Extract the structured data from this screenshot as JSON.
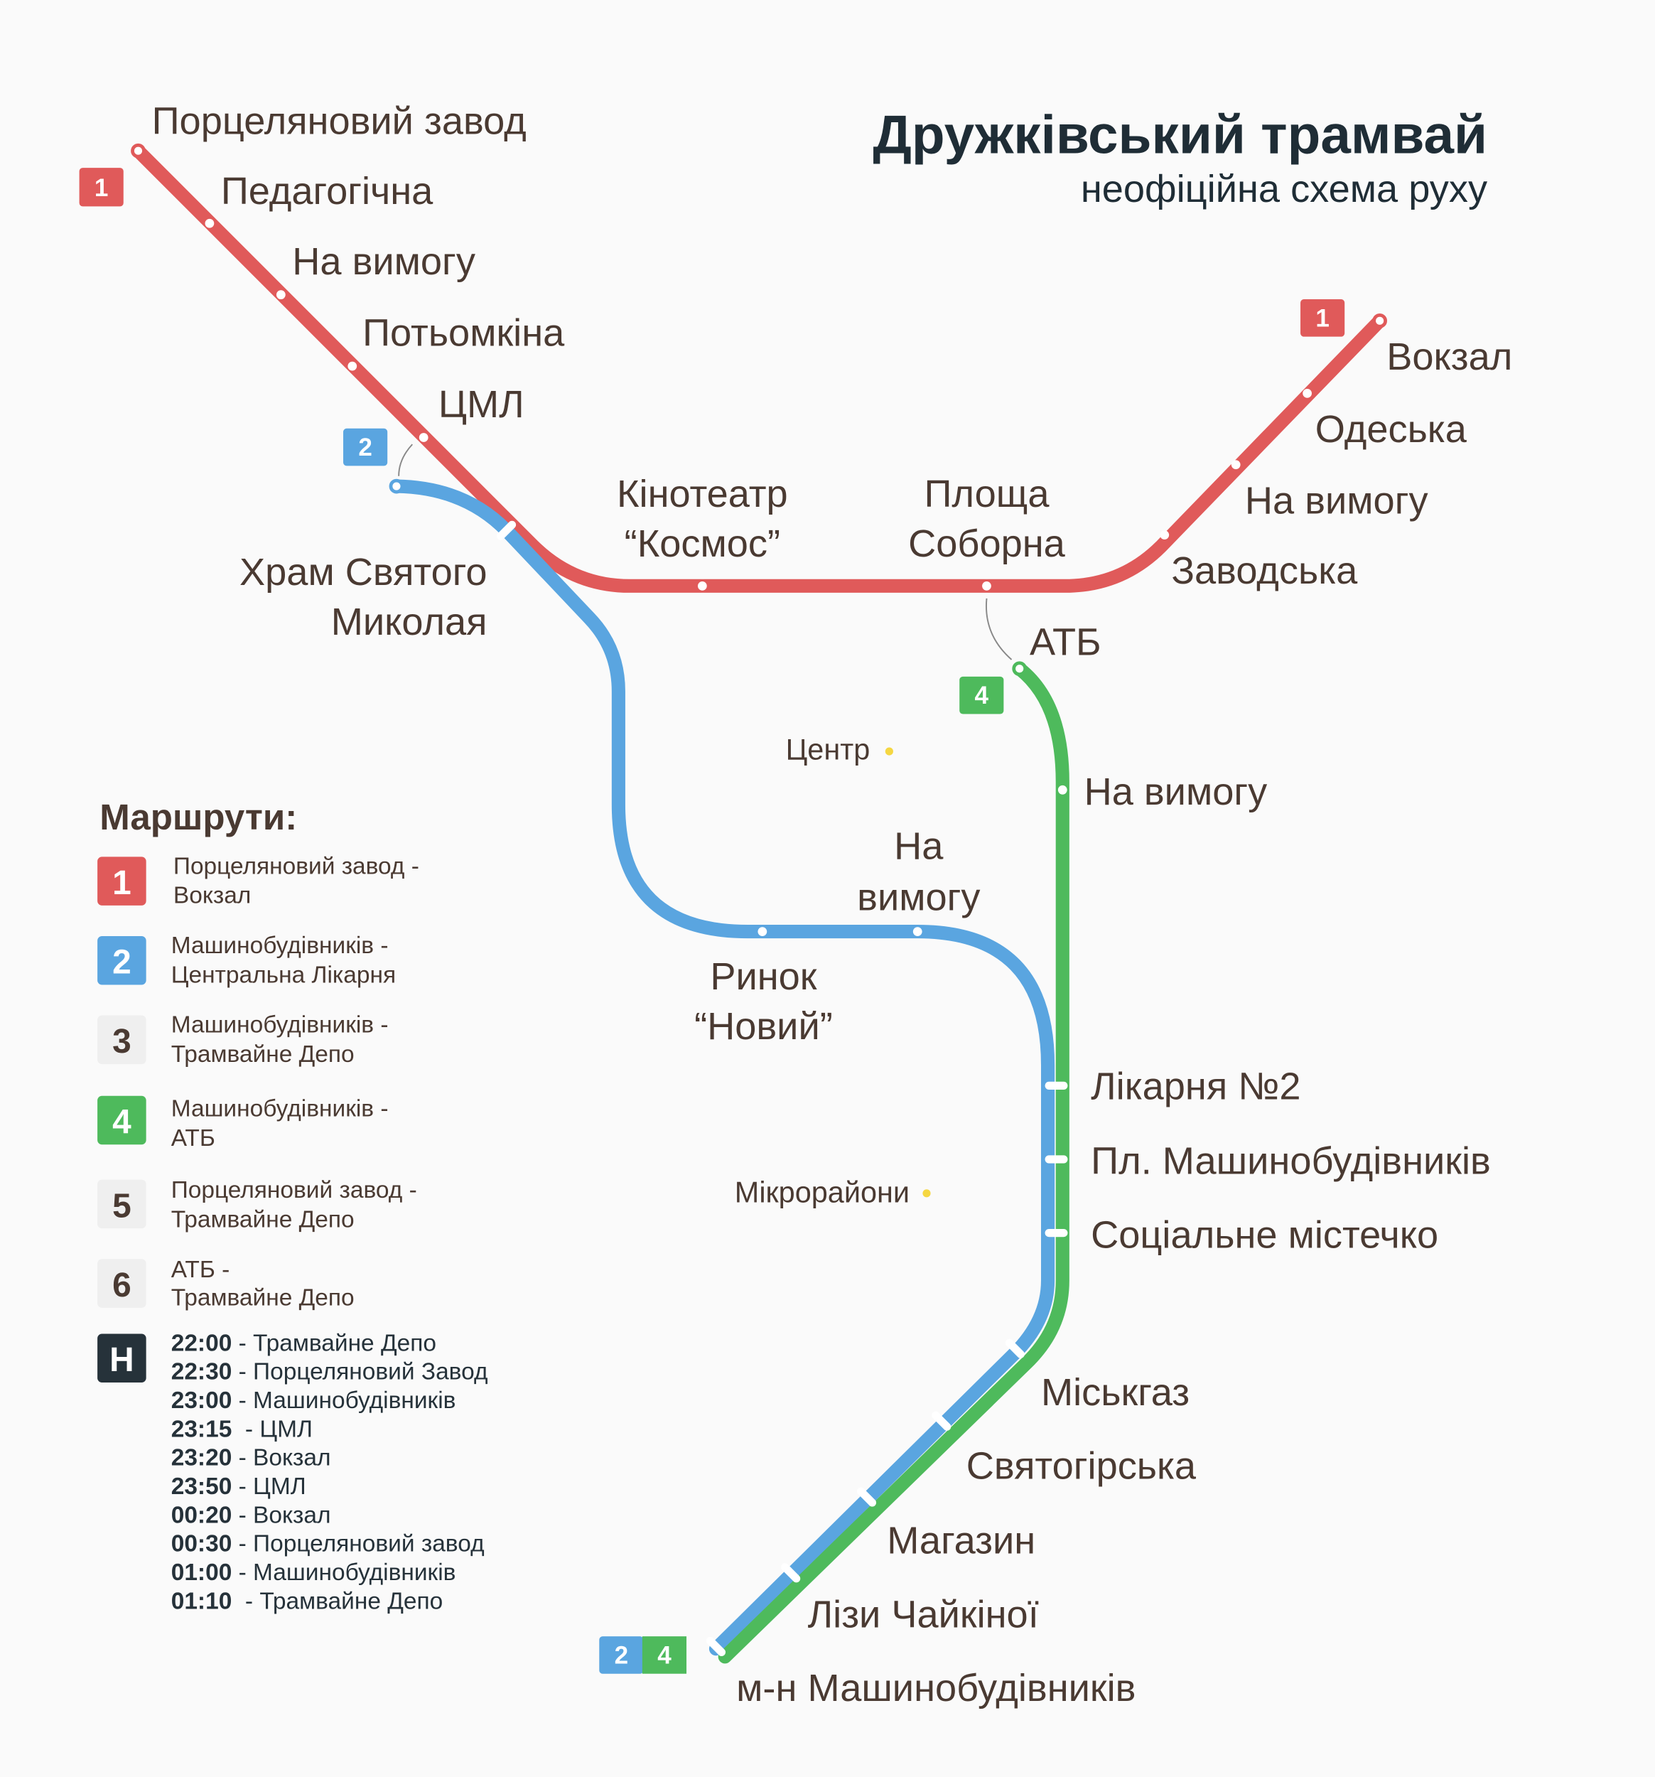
{
  "title": "Дружківський трамвай",
  "subtitle": "неофіційна схема руху",
  "colors": {
    "route1": "#e05a5a",
    "route2": "#5aa5e0",
    "route4": "#4eba5c",
    "night": "#26323a",
    "neutral": "#efefef",
    "text": "#4a3a32",
    "district": "#f5d742"
  },
  "badges": {
    "r1": "1",
    "r2": "2",
    "r4": "4"
  },
  "stations": {
    "porcelain": "Порцеляновий завод",
    "pedagogichna": "Педагогічна",
    "on_demand_1": "На вимогу",
    "potomkina": "Потьомкіна",
    "cml": "ЦМЛ",
    "kosmos_1": "Кінотеатр",
    "kosmos_2": "“Космос”",
    "sobor_1": "Площа",
    "sobor_2": "Соборна",
    "temple_1": "Храм Святого",
    "temple_2": "Миколая",
    "vokzal": "Вокзал",
    "odeska": "Одеська",
    "on_demand_2": "На вимогу",
    "zavodska": "Заводська",
    "atb": "АТБ",
    "on_demand_3": "На вимогу",
    "on_demand_4a": "На",
    "on_demand_4b": "вимогу",
    "rynok_1": "Ринок",
    "rynok_2": "“Новий”",
    "likarnia": "Лікарня №2",
    "pl_mash": "Пл. Машинобудівників",
    "social": "Соціальне містечко",
    "miskgaz": "Міськгаз",
    "sviatohirska": "Святогірська",
    "mahazyn": "Магазин",
    "chaikinoi": "Лізи Чайкіної",
    "mn_mash": "м-н Машинобудівників"
  },
  "districts": {
    "center": "Центр",
    "micro": "Мікрорайони"
  },
  "legend": {
    "title": "Маршрути:",
    "routes": [
      {
        "num": "1",
        "line1": "Порцеляновий завод -",
        "line2": "Вокзал"
      },
      {
        "num": "2",
        "line1": "Машинобудівників -",
        "line2": "Центральна Лікарня"
      },
      {
        "num": "3",
        "line1": "Машинобудівників -",
        "line2": "Трамвайне Депо"
      },
      {
        "num": "4",
        "line1": "Машинобудівників -",
        "line2": "АТБ"
      },
      {
        "num": "5",
        "line1": "Порцеляновий завод -",
        "line2": "Трамвайне Депо"
      },
      {
        "num": "6",
        "line1": "АТБ  -",
        "line2": "Трамвайне Депо"
      }
    ],
    "night": {
      "num": "Н",
      "schedule": [
        {
          "time": "22:00",
          "dest": " - Трамвайне Депо"
        },
        {
          "time": "22:30",
          "dest": " - Порцеляновий Завод"
        },
        {
          "time": "23:00",
          "dest": " - Машинобудівників"
        },
        {
          "time": "23:15",
          "dest": "  - ЦМЛ"
        },
        {
          "time": "23:20",
          "dest": " - Вокзал"
        },
        {
          "time": "23:50",
          "dest": " - ЦМЛ"
        },
        {
          "time": "00:20",
          "dest": " - Вокзал"
        },
        {
          "time": "00:30",
          "dest": " - Порцеляновий завод"
        },
        {
          "time": "01:00",
          "dest": " - Машинобудівників"
        },
        {
          "time": "01:10",
          "dest": "  - Трамвайне Депо"
        }
      ]
    }
  }
}
